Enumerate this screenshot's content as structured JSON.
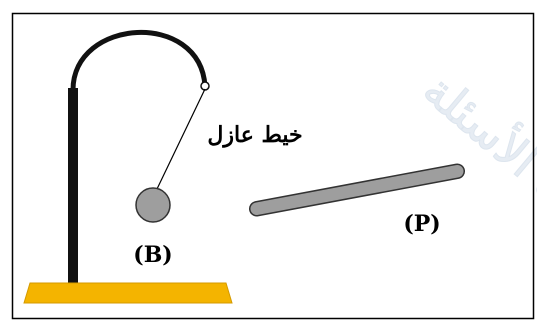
{
  "labels": {
    "thread": "خيط عازل",
    "ball": "(B)",
    "rod": "(P)"
  },
  "colors": {
    "frame": "#000000",
    "stand_post": "#111111",
    "hook": "#111111",
    "base": "#f4b400",
    "ball_fill": "#9e9e9e",
    "rod_fill": "#9e9e9e",
    "watermark": "#c8d6e6"
  },
  "watermark": {
    "text": "بنك الأسئلة"
  }
}
